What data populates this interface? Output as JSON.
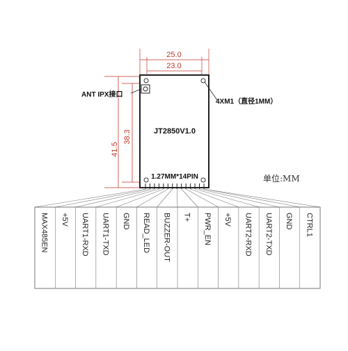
{
  "dimensions": {
    "outer_width": "25.0",
    "inner_width": "23.0",
    "outer_height": "41.5",
    "inner_height": "38.3"
  },
  "labels": {
    "antenna": "ANT IPX接口",
    "mount_holes": "4XM1（直径1MM）",
    "model": "JT2850V1.0",
    "connector": "1.27MM*14PIN",
    "unit": "单位:MM"
  },
  "pins": [
    "MAX485EN",
    "+5V",
    "UART1-RXD",
    "UART1-TXD",
    "GND",
    "READ_LED",
    "BUZZER-OUT",
    "T+",
    "PWR_EN",
    "+5V",
    "UART2-RXD",
    "UART2-TXD",
    "GND",
    "CTRL1"
  ]
}
